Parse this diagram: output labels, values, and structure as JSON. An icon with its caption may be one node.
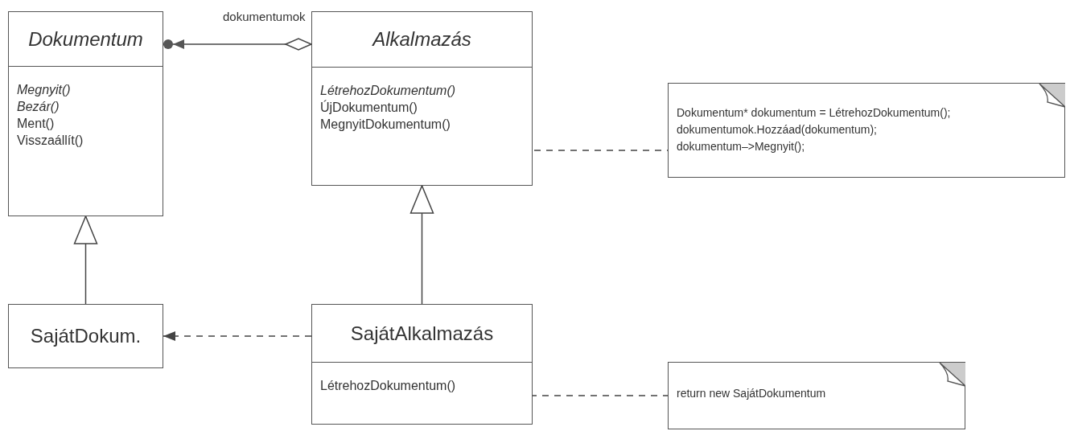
{
  "diagram": {
    "nodes": [
      {
        "text": [
          "Dokumentum",
          "*Megnyit()* *Bezár()* Ment() Visszaállít()"
        ]
      },
      {
        "text": [
          "Alkalmazás",
          "*LétrehozDokumentum()* ÚjDokumentum() MegnyitDokumentum()"
        ]
      },
      {
        "text": [
          "Dokumentum* dokumentum = LétrehozDokumentum();",
          "dokumentumok.Hozzáad(dokumentum);",
          "dokumentum–>Megnyit();"
        ]
      },
      {
        "text": [
          "SajátDokum."
        ]
      },
      {
        "text": [
          "SajátAlkalmazás",
          "LétrehozDokumentum()"
        ]
      },
      {
        "text": [
          "return new SajátDokumentum"
        ]
      }
    ],
    "edges": [
      {
        "from": 1,
        "to": 0,
        "arrow": "to",
        "label": "dokumentumok"
      },
      {
        "from": 3,
        "to": 0,
        "arrow": "to"
      },
      {
        "from": 4,
        "to": 1,
        "arrow": "to"
      },
      {
        "from": 4,
        "to": 3,
        "arrow": "to",
        "style": "dashed"
      },
      {
        "from": 1,
        "to": 2,
        "arrow": "other",
        "style": "dashed"
      },
      {
        "from": 4,
        "to": 5,
        "arrow": "other",
        "style": "dashed"
      }
    ]
  }
}
